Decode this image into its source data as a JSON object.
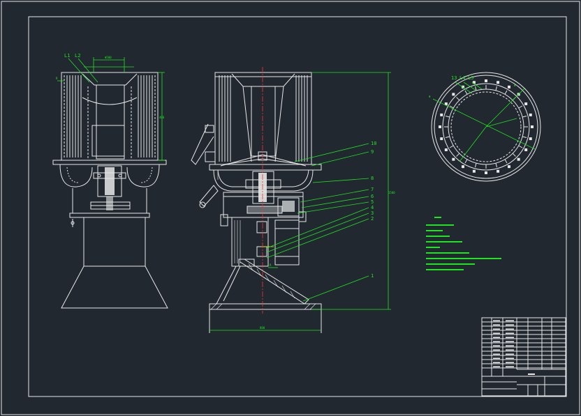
{
  "drawing": {
    "colors": {
      "background": "#212830",
      "outline": "#e8e8e8",
      "dimension": "#1ee61e",
      "centerline": "#ff3030",
      "highlight": "#e8e820"
    },
    "callouts_front": [
      "L1",
      "L2"
    ],
    "callouts_section": [
      "10",
      "9",
      "8",
      "7",
      "6",
      "5",
      "4",
      "3",
      "2",
      "1"
    ],
    "callouts_top": [
      "13",
      "L4",
      "L5"
    ]
  }
}
